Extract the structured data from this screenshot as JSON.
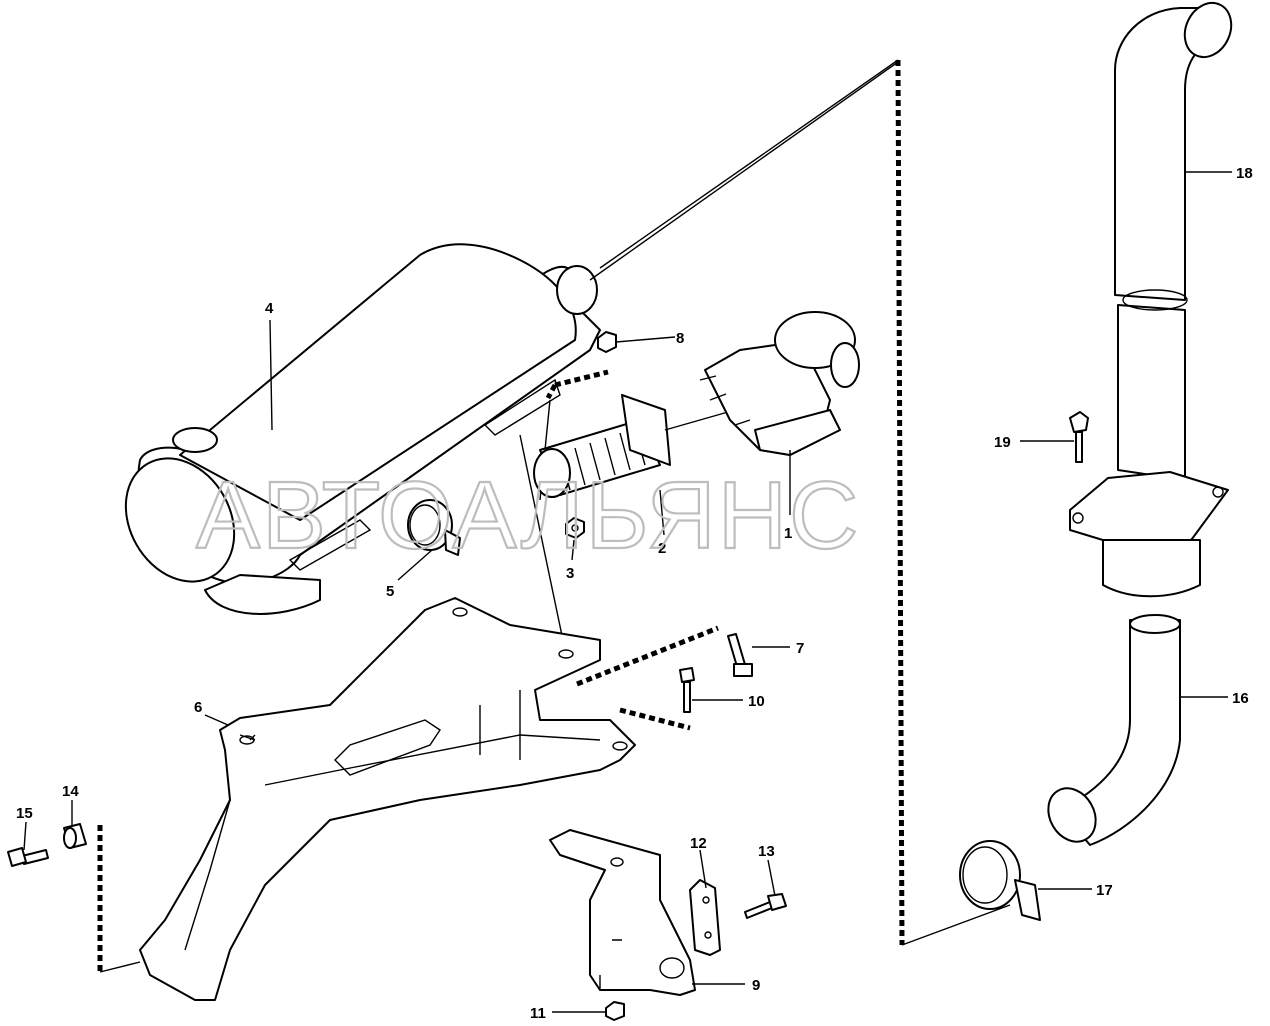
{
  "watermark": "АВТОАЛЬЯНС",
  "callouts": [
    {
      "id": "c1",
      "label": "1"
    },
    {
      "id": "c2",
      "label": "2"
    },
    {
      "id": "c3",
      "label": "3"
    },
    {
      "id": "c4",
      "label": "4"
    },
    {
      "id": "c5",
      "label": "5"
    },
    {
      "id": "c6",
      "label": "6"
    },
    {
      "id": "c7",
      "label": "7"
    },
    {
      "id": "c8",
      "label": "8"
    },
    {
      "id": "c9",
      "label": "9"
    },
    {
      "id": "c10",
      "label": "10"
    },
    {
      "id": "c11",
      "label": "11"
    },
    {
      "id": "c12",
      "label": "12"
    },
    {
      "id": "c13",
      "label": "13"
    },
    {
      "id": "c14",
      "label": "14"
    },
    {
      "id": "c15",
      "label": "15"
    },
    {
      "id": "c16",
      "label": "16"
    },
    {
      "id": "c17",
      "label": "17"
    },
    {
      "id": "c18",
      "label": "18"
    },
    {
      "id": "c19",
      "label": "19"
    }
  ],
  "colors": {
    "line": "#000000",
    "background": "#ffffff",
    "watermark": "#bdbdbd"
  }
}
